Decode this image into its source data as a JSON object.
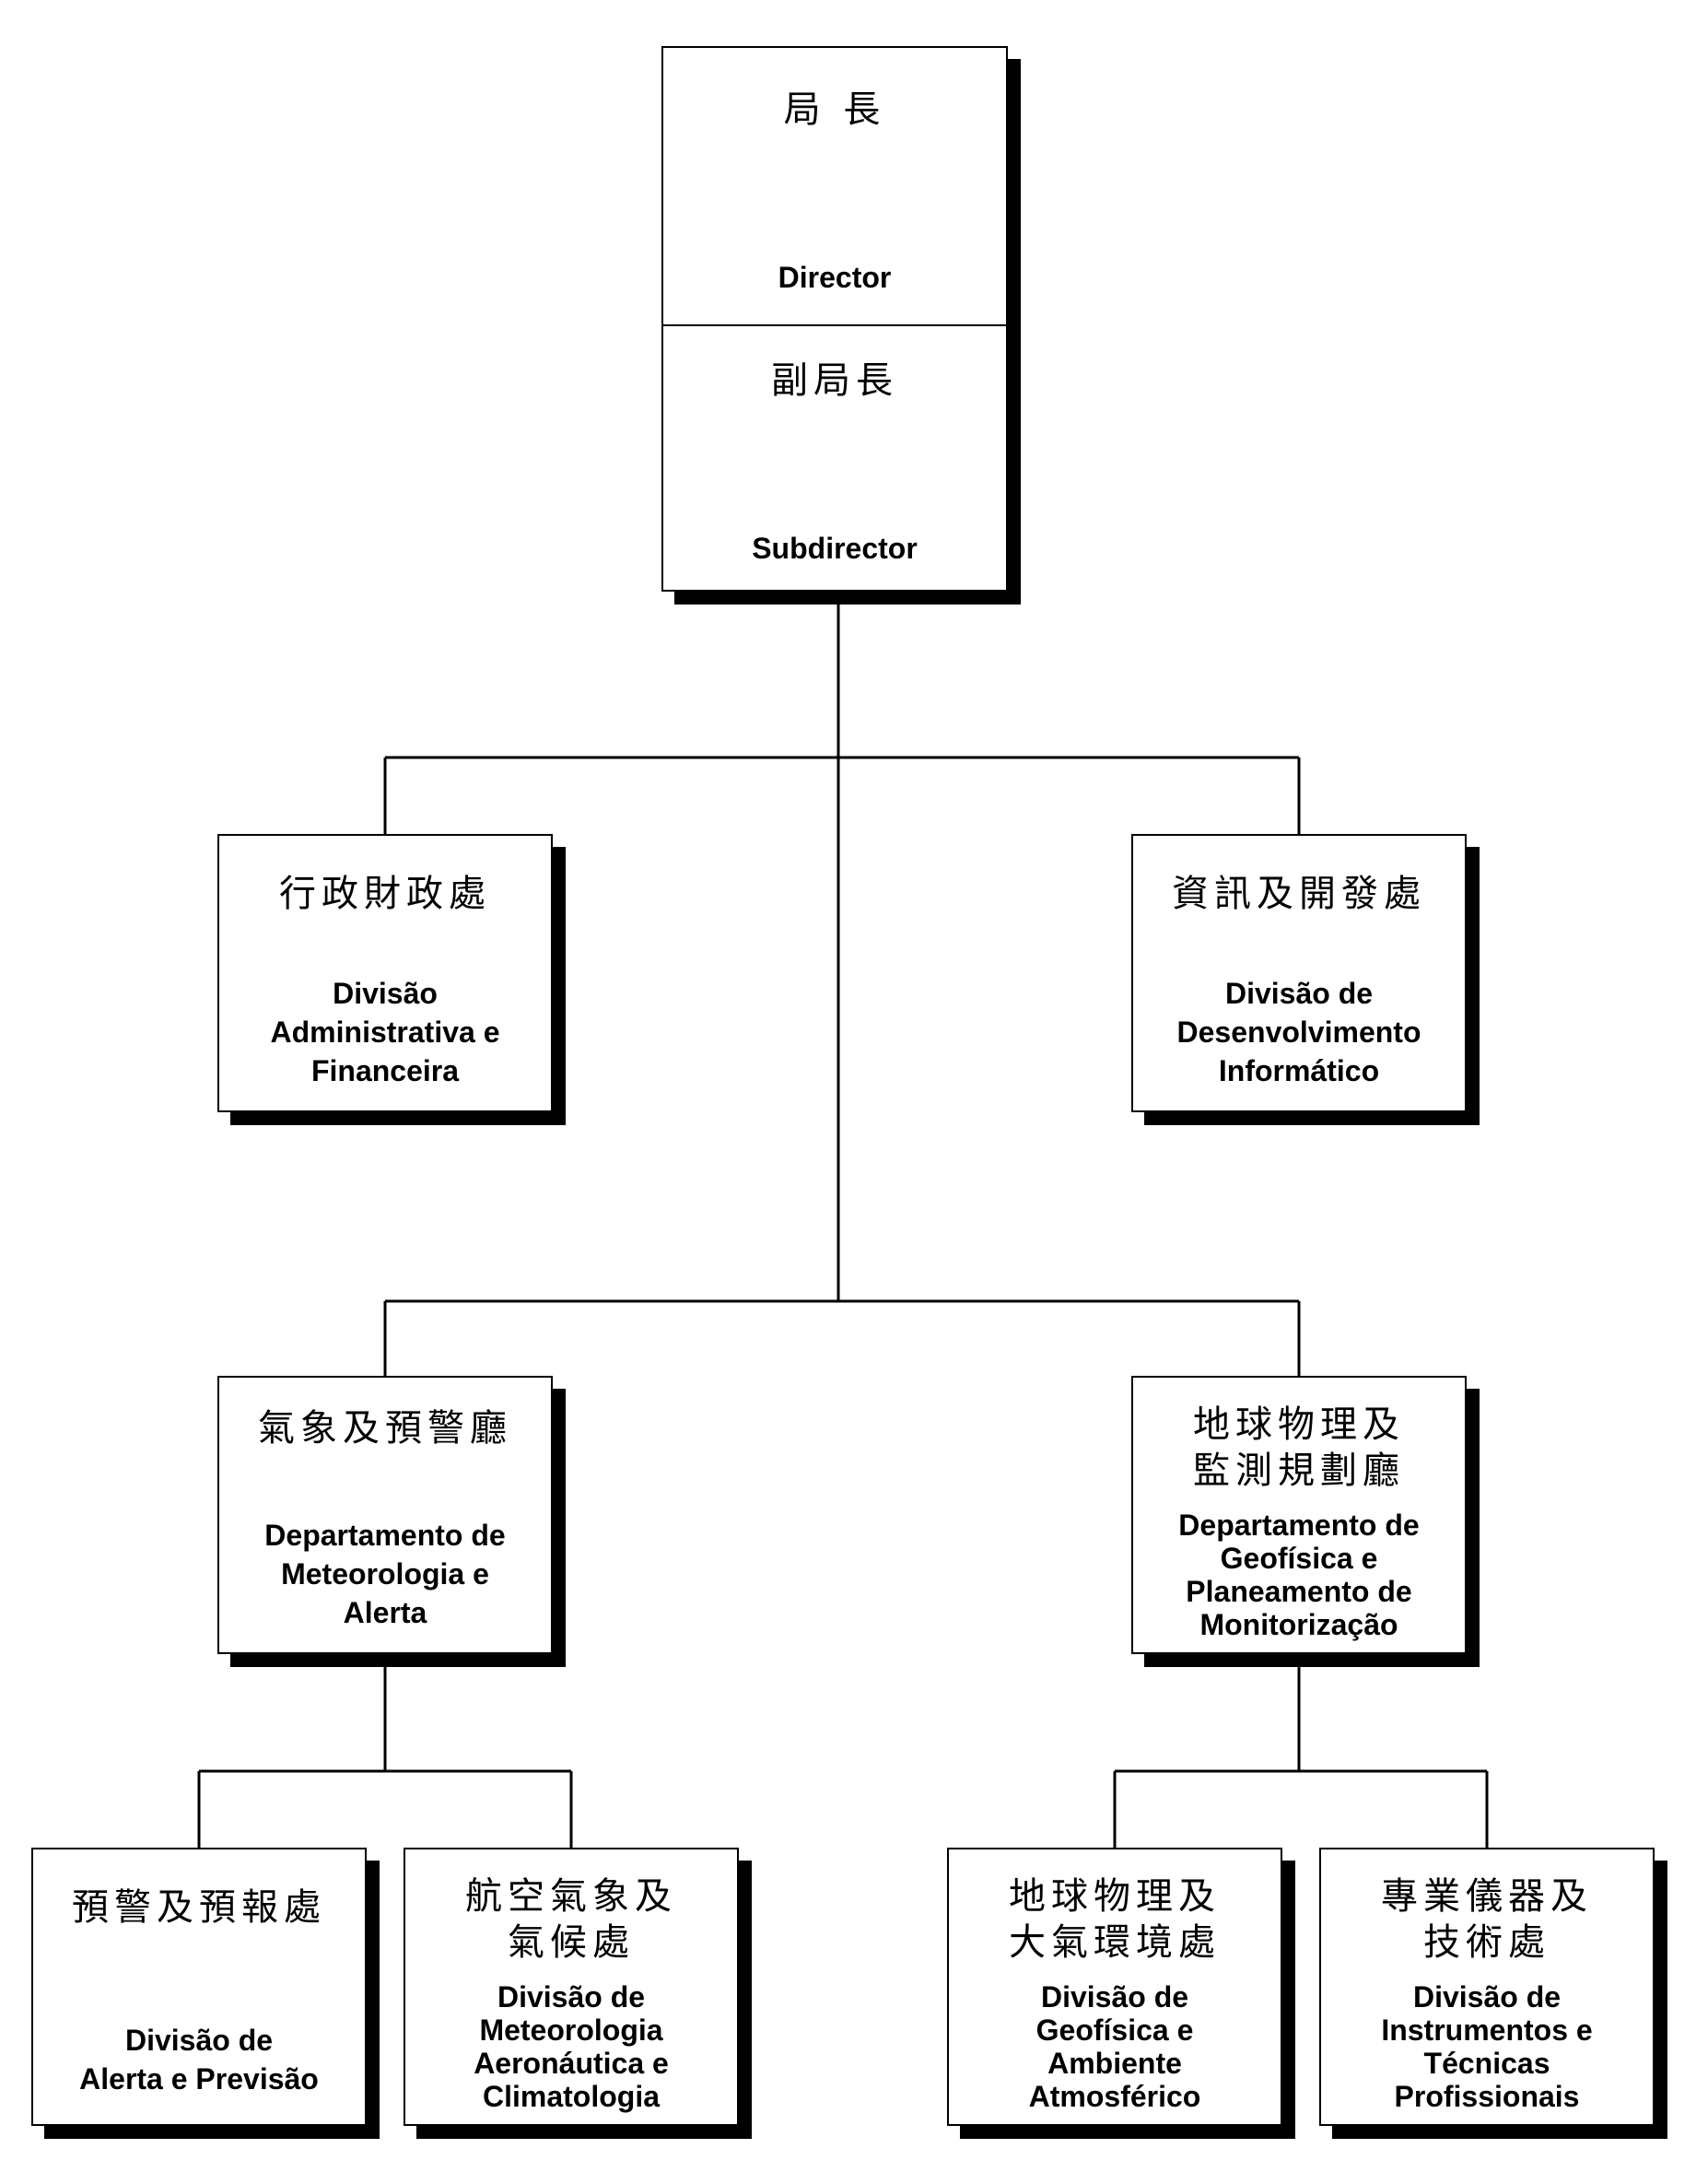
{
  "director": {
    "top": {
      "zh": [
        "局 長"
      ],
      "pt": [
        "Director"
      ]
    },
    "bottom": {
      "zh": [
        "副局長"
      ],
      "pt": [
        "Subdirector"
      ]
    }
  },
  "admin": {
    "zh": [
      "行政財政處"
    ],
    "pt": [
      "Divisão",
      "Administrativa e",
      "Financeira"
    ]
  },
  "it": {
    "zh": [
      "資訊及開發處"
    ],
    "pt": [
      "Divisão de",
      "Desenvolvimento",
      "Informático"
    ]
  },
  "meteo_dept": {
    "zh": [
      "氣象及預警廳"
    ],
    "pt": [
      "Departamento de",
      "Meteorologia e",
      "Alerta"
    ]
  },
  "geo_dept": {
    "zh": [
      "地球物理及",
      "監測規劃廳"
    ],
    "pt": [
      "Departamento de",
      "Geofísica e",
      "Planeamento de",
      "Monitorização"
    ]
  },
  "alert_div": {
    "zh": [
      "預警及預報處"
    ],
    "pt": [
      "Divisão de",
      "Alerta e Previsão"
    ]
  },
  "aero_div": {
    "zh": [
      "航空氣象及",
      "氣候處"
    ],
    "pt": [
      "Divisão de",
      "Meteorologia",
      "Aeronáutica e",
      "Climatologia"
    ]
  },
  "geophys_div": {
    "zh": [
      "地球物理及",
      "大氣環境處"
    ],
    "pt": [
      "Divisão de",
      "Geofísica e",
      "Ambiente",
      "Atmosférico"
    ]
  },
  "instr_div": {
    "zh": [
      "專業儀器及",
      "技術處"
    ],
    "pt": [
      "Divisão de",
      "Instrumentos e",
      "Técnicas",
      "Profissionais"
    ]
  }
}
